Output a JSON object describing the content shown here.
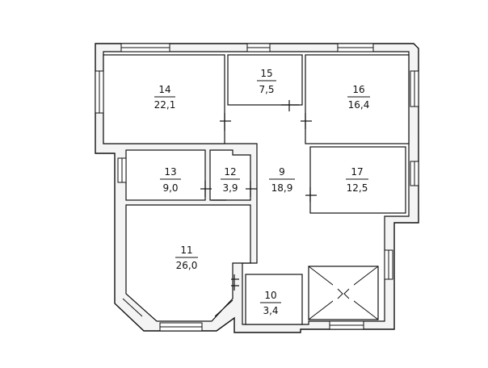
{
  "rooms": [
    {
      "id": "14",
      "number": "14",
      "area": "22,1"
    },
    {
      "id": "15",
      "number": "15",
      "area": "7,5"
    },
    {
      "id": "16",
      "number": "16",
      "area": "16,4"
    },
    {
      "id": "13",
      "number": "13",
      "area": "9,0"
    },
    {
      "id": "12",
      "number": "12",
      "area": "3,9"
    },
    {
      "id": "9",
      "number": "9",
      "area": "18,9"
    },
    {
      "id": "17",
      "number": "17",
      "area": "12,5"
    },
    {
      "id": "11",
      "number": "11",
      "area": "26,0"
    },
    {
      "id": "10",
      "number": "10",
      "area": "3,4"
    }
  ]
}
